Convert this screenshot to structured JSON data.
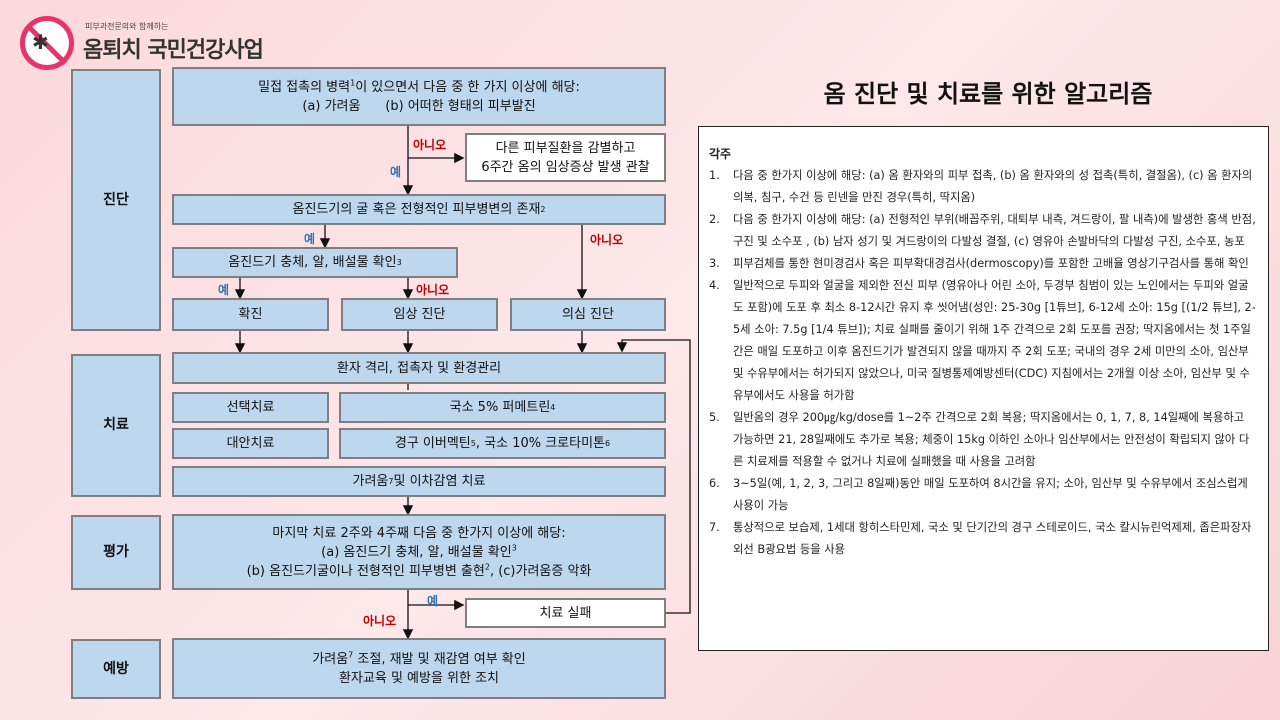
{
  "logo": {
    "subtitle": "피부과전문의와 함께하는",
    "name": "옴퇴치 국민건강사업"
  },
  "title": "옴 진단 및 치료를 위한 알고리즘",
  "sections": {
    "diagnosis": "진단",
    "treatment": "치료",
    "evaluation": "평가",
    "prevention": "예방"
  },
  "flow": {
    "b1_line1_pre": "밀접 접촉의 병력",
    "b1_line1_sup": "1",
    "b1_line1_post": "이 있으면서 다음 중 한 가지 이상에 해당:",
    "b1_line2": "(a) 가려움      (b) 어떠한 형태의 피부발진",
    "b_other_line1": "다른 피부질환을 감별하고",
    "b_other_line2": "6주간 옴의 임상증상 발생 관찰",
    "b2_pre": "옴진드기의 굴 혹은 전형적인 피부병변의 존재",
    "b2_sup": "2",
    "b3_pre": "옴진드기 충체, 알, 배설물 확인",
    "b3_sup": "3",
    "confirmed": "확진",
    "clinical": "임상 진단",
    "suspected": "의심 진단",
    "isolation": "환자 격리, 접촉자 및 환경관리",
    "selective": "선택치료",
    "alternative": "대안치료",
    "perm_pre": "국소 5% 퍼메트린",
    "perm_sup": "4",
    "iver_a": "경구 이버멕틴",
    "iver_a_sup": "5",
    "iver_b": ", 국소 10% 크로타미톤",
    "iver_b_sup": "6",
    "itch_pre": "가려움",
    "itch_sup": "7",
    "itch_post": " 및 이차감염 치료",
    "eval_line1": "마지막 치료 2주와 4주째 다음 중 한가지 이상에 해당:",
    "eval_line2_pre": "(a) 옴진드기 충체, 알, 배설물 확인",
    "eval_line2_sup": "3",
    "eval_line3_pre": "(b) 옴진드기굴이나 전형적인 피부병변 출현",
    "eval_line3_sup": "2",
    "eval_line3_post": ", (c)가려움증 악화",
    "fail": "치료 실패",
    "prev_line1_pre": "가려움",
    "prev_line1_sup": "7",
    "prev_line1_post": " 조절, 재발 및 재감염 여부 확인",
    "prev_line2": "환자교육 및 예방을 위한 조치"
  },
  "labels": {
    "yes": "예",
    "no": "아니오"
  },
  "notes": {
    "heading": "각주",
    "items": [
      {
        "num": "1.",
        "text": "다음 중 한가지 이상에 해당: (a) 옴 환자와의 피부 접촉, (b) 옴 환자와의 성 접촉(특히, 결절옴), (c) 옴 환자의 의복, 침구, 수건 등 린넨을 만진 경우(특히, 딱지옴)"
      },
      {
        "num": "2.",
        "text": "다음 중 한가지 이상에 해당: (a) 전형적인 부위(배꼽주위, 대퇴부 내측, 겨드랑이, 팔 내측)에 발생한 홍색 반점, 구진 및 소수포 , (b) 남자 성기 및 겨드랑이의 다발성 결절, (c) 영유아 손발바닥의 다발성 구진, 소수포, 농포"
      },
      {
        "num": "3.",
        "text": "피부검체를 통한 현미경검사 혹은 피부확대경검사(dermoscopy)를 포함한 고배율 영상기구검사를 통해 확인"
      },
      {
        "num": "4.",
        "text": "일반적으로 두피와 얼굴을 제외한 전신 피부 (영유아나 어린 소아, 두경부 침범이 있는 노인에서는 두피와 얼굴도 포함)에 도포 후 최소 8-12시간 유지 후 씻어냄(성인: 25-30g [1튜브],  6-12세 소아: 15g [(1/2 튜브], 2-5세 소아: 7.5g [1/4 튜브]); 치료 실패를 줄이기 위해 1주 간격으로 2회 도포를 권장; 딱지옴에서는 첫 1주일간은 매일 도포하고 이후 옴진드기가 발견되지 않을 때까지 주 2회 도포; 국내의 경우 2세 미만의 소아, 임산부 및 수유부에서는 허가되지 않았으나, 미국 질병통제예방센터(CDC) 지침에서는 2개월 이상 소아, 임산부 및 수유부에서도 사용을 허가함"
      },
      {
        "num": "5.",
        "text": "일반옴의 경우 200㎍/kg/dose를 1~2주 간격으로 2회 복용; 딱지옴에서는 0, 1, 7, 8, 14일째에 복용하고 가능하면 21, 28일째에도 추가로 복용; 체중이 15kg 이하인 소아나 임산부에서는 안전성이 확립되지 않아 다른 치료제를 적용할 수 없거나 치료에 실패했을 때 사용을 고려함"
      },
      {
        "num": "6.",
        "text": "3~5일(예, 1, 2, 3, 그리고 8일째)동안 매일 도포하여 8시간을 유지; 소아, 임산부 및 수유부에서 조심스럽게 사용이 가능"
      },
      {
        "num": "7.",
        "text": "통상적으로 보습제, 1세대 항히스타민제, 국소 및 단기간의 경구 스테로이드, 국소 칼시뉴린억제제, 좁은파장자외선 B광요법 등을 사용"
      }
    ]
  }
}
